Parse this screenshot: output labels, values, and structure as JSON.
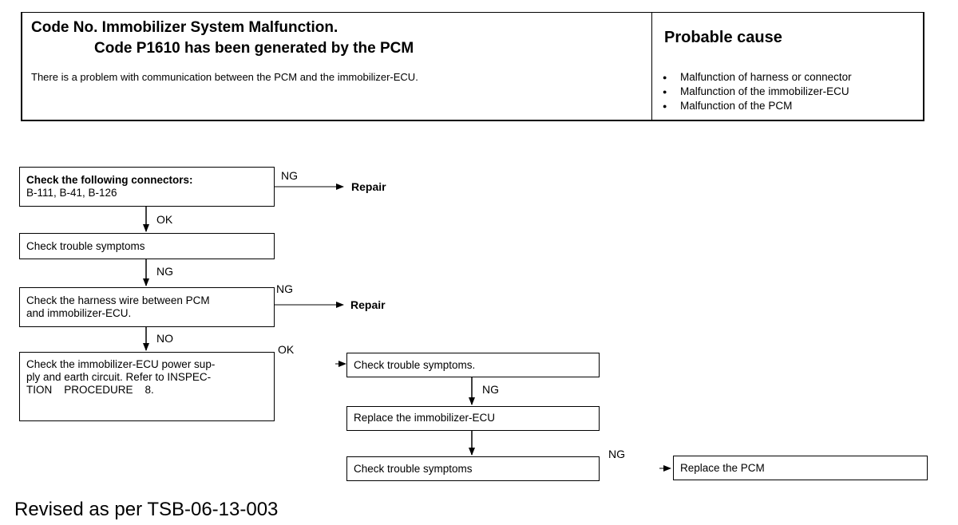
{
  "header": {
    "title_line1": "Code No. Immobilizer System Malfunction.",
    "title_line2": "Code P1610 has been generated by the PCM",
    "description": "There is a problem with communication between the PCM and the immobilizer-ECU.",
    "cause_title": "Probable cause",
    "causes": [
      "Malfunction of harness or connector",
      "Malfunction of the immobilizer-ECU",
      "Malfunction of the PCM"
    ]
  },
  "flow": {
    "box1": {
      "line1": "Check the following connectors:",
      "line2": "B-111, B-41, B-126"
    },
    "box2": "Check trouble symptoms",
    "box3": {
      "line1": "Check the harness wire between PCM",
      "line2": "and immobilizer-ECU."
    },
    "box4": {
      "line1": "Check the immobilizer-ECU power sup-",
      "line2": "ply and earth circuit. Refer to INSPEC-",
      "line3": "TION    PROCEDURE    8."
    },
    "box5": "Check trouble symptoms.",
    "box6": "Replace the immobilizer-ECU",
    "box7": "Check trouble symptoms",
    "box8": "Replace the PCM",
    "labels": {
      "ng1": "NG",
      "ok1": "OK",
      "ng2": "NG",
      "ng3": "NG",
      "no1": "NO",
      "ok2": "OK",
      "ng4": "NG",
      "ng5": "NG"
    },
    "actions": {
      "repair1": "Repair",
      "repair2": "Repair"
    }
  },
  "footer": "Revised as per TSB-06-13-003"
}
